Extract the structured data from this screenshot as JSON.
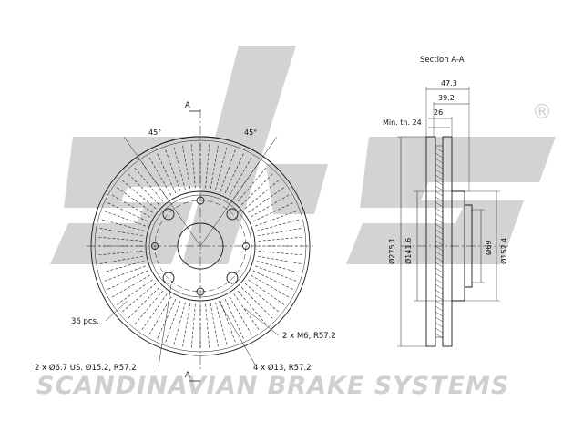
{
  "watermark": {
    "brand_glyphs": "sbs",
    "registered_mark": "®",
    "tagline": "SCANDINAVIAN BRAKE SYSTEMS",
    "color": "#d3d3d3"
  },
  "front_view": {
    "section_marker_top": "A",
    "section_marker_bottom": "A",
    "angle_left": "45°",
    "angle_right": "45°",
    "label_vents": "36 pcs.",
    "label_small_holes": "2 x Ø6.7 US. Ø15.2, R57.2",
    "label_threads": "2 x M6, R57.2",
    "label_bolt_holes": "4 x Ø13, R57.2"
  },
  "section_view": {
    "title": "Section A-A",
    "min_thickness": "Min. th. 24",
    "dim_473": "47.3",
    "dim_392": "39.2",
    "dim_26": "26",
    "dia_2751": "Ø275.1",
    "dia_1416": "Ø141.6",
    "dia_69": "Ø69",
    "dia_1524": "Ø152.4"
  },
  "colors": {
    "line": "#1a1a1a",
    "background": "#ffffff"
  }
}
